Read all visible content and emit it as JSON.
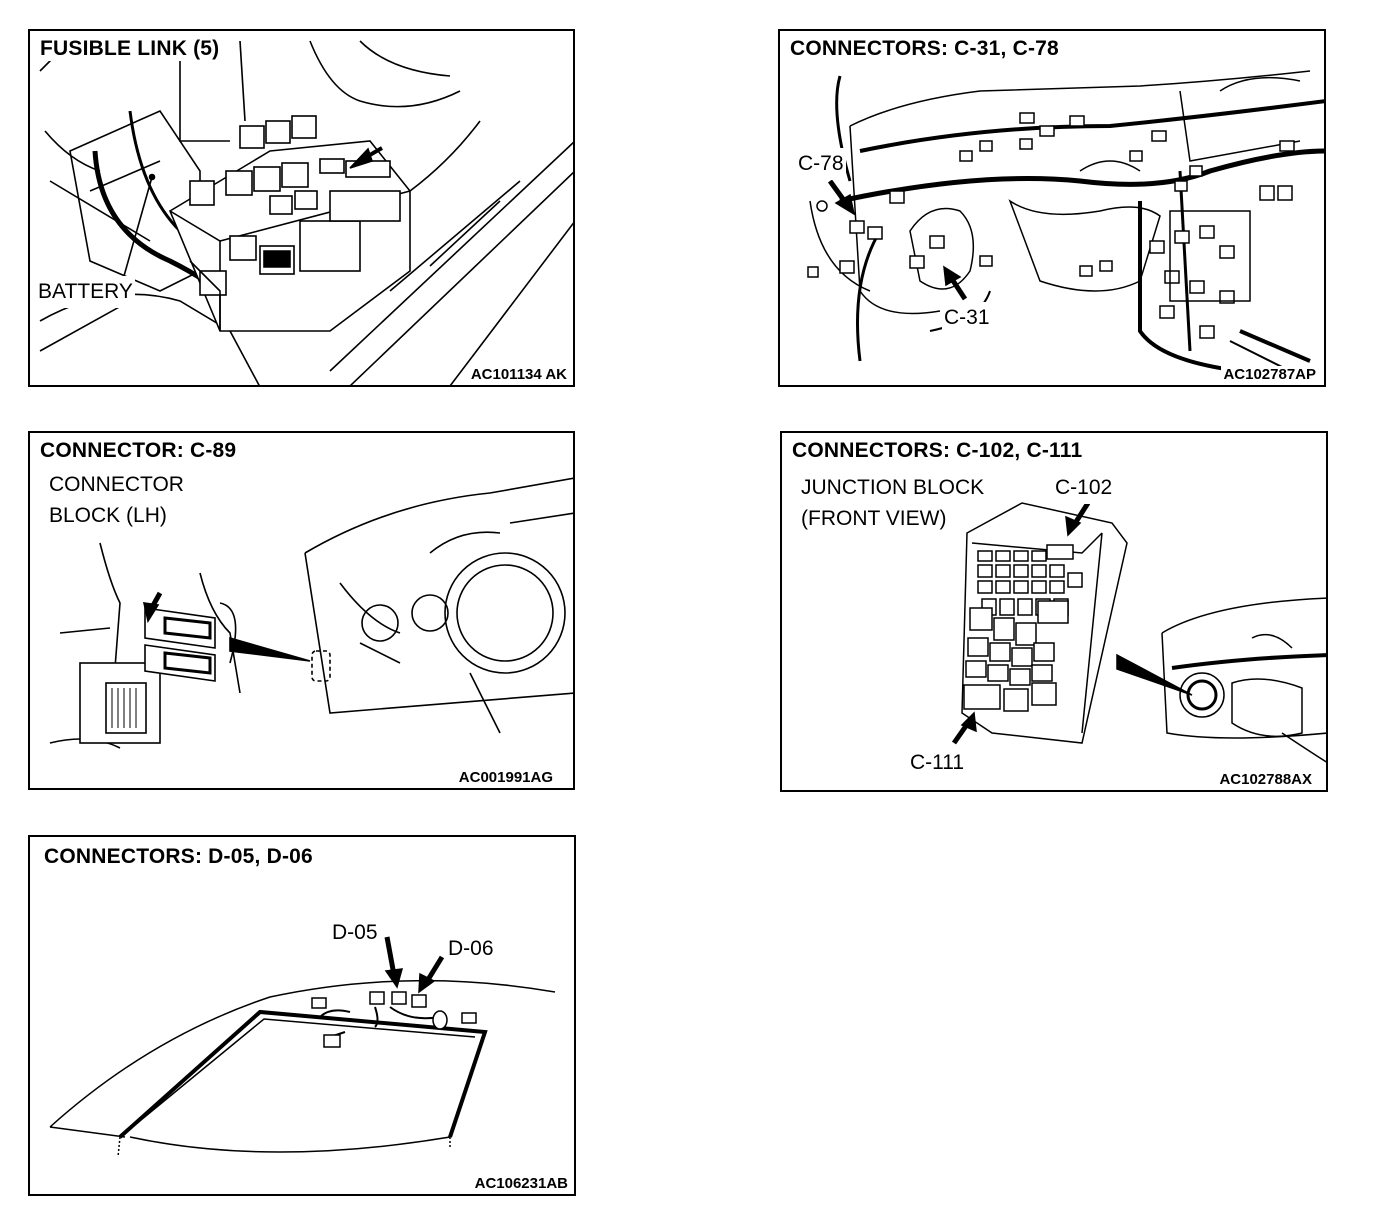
{
  "panels": {
    "fusible": {
      "title": "FUSIBLE LINK (5)",
      "code": "AC101134 AK",
      "labels": {
        "battery": "BATTERY"
      }
    },
    "c31_c78": {
      "title": "CONNECTORS: C-31, C-78",
      "code": "AC102787AP",
      "labels": {
        "c78": "C-78",
        "c31": "C-31"
      }
    },
    "c89": {
      "title": "CONNECTOR: C-89",
      "code": "AC001991AG",
      "labels": {
        "block_line1": "CONNECTOR",
        "block_line2": "BLOCK (LH)"
      }
    },
    "c102_c111": {
      "title": "CONNECTORS: C-102, C-111",
      "code": "AC102788AX",
      "labels": {
        "jb_line1": "JUNCTION BLOCK",
        "jb_line2": "(FRONT VIEW)",
        "c102": "C-102",
        "c111": "C-111"
      }
    },
    "d05_d06": {
      "title": "CONNECTORS: D-05, D-06",
      "code": "AC106231AB",
      "labels": {
        "d05": "D-05",
        "d06": "D-06"
      }
    }
  }
}
